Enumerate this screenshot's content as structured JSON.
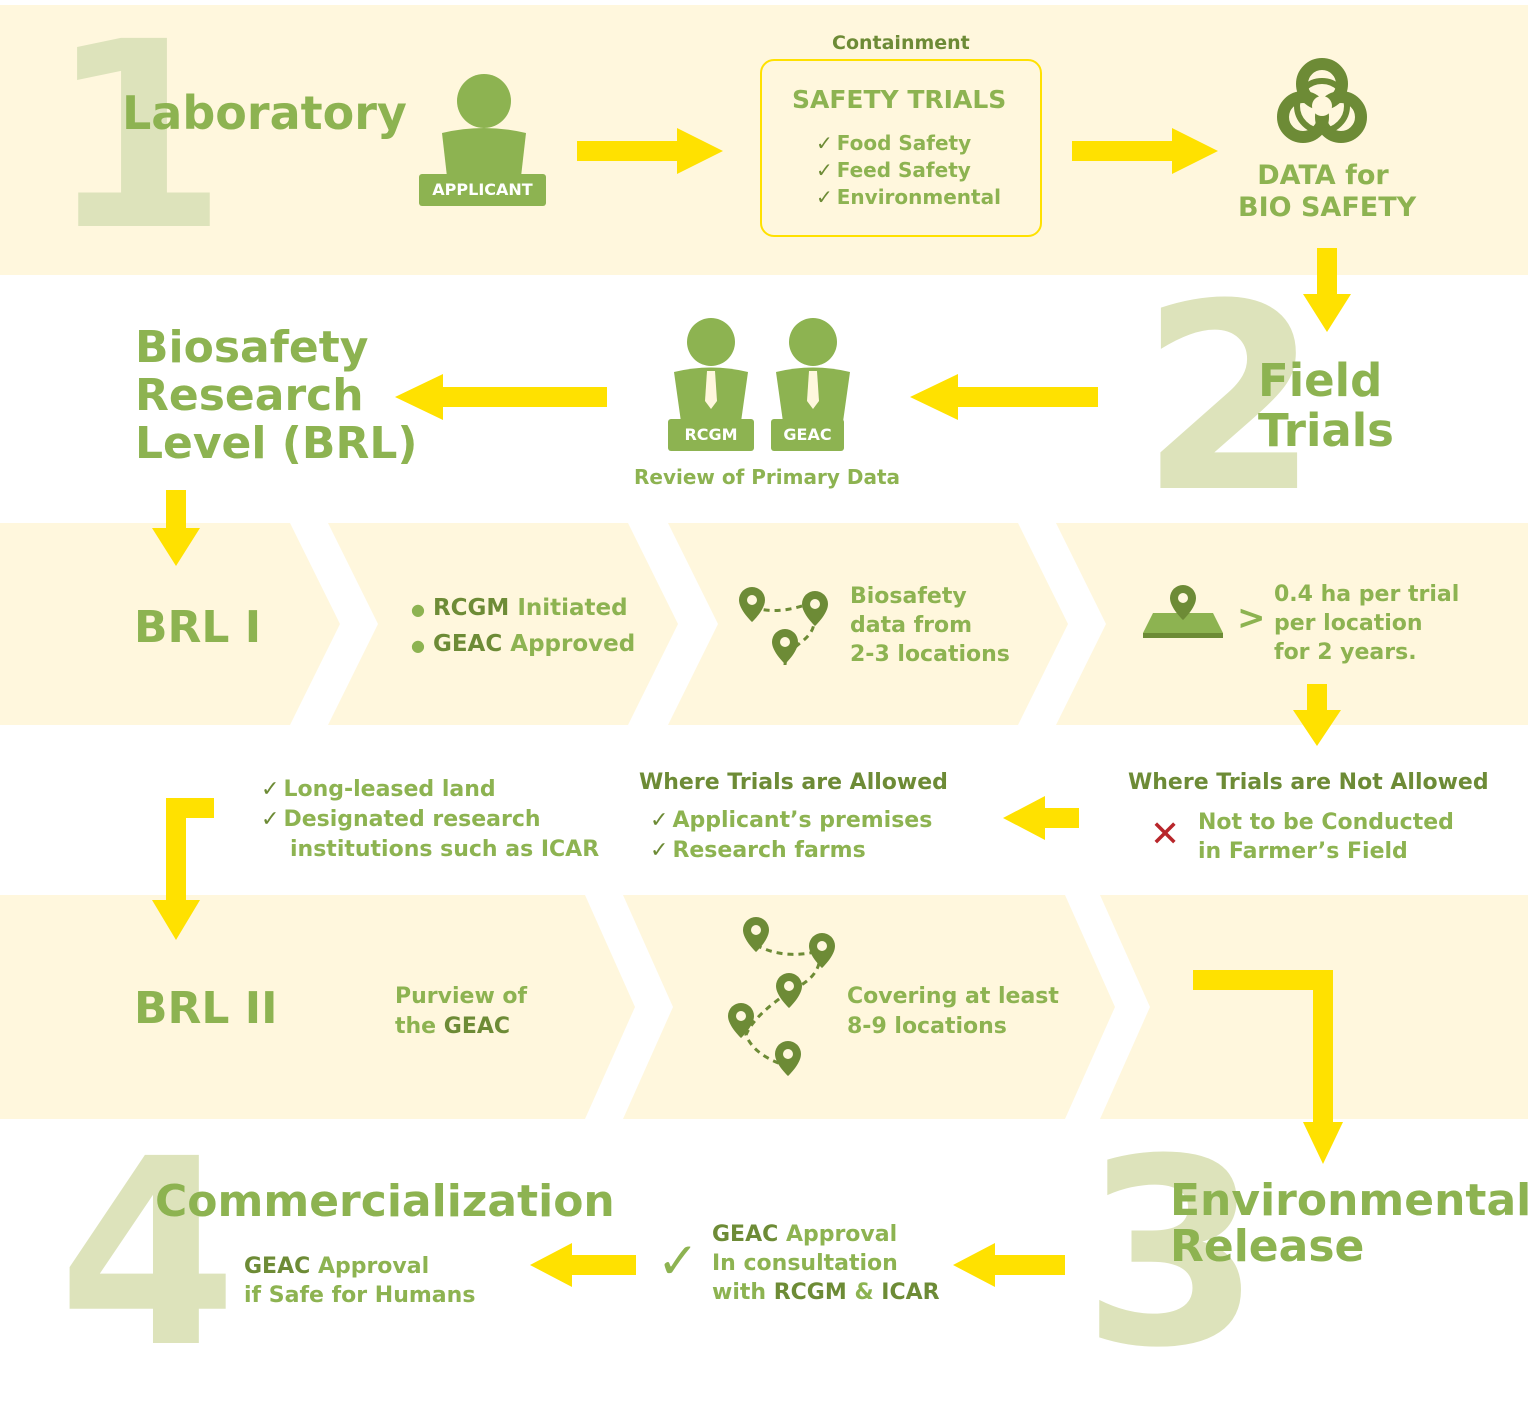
{
  "colors": {
    "band": "#fff7dd",
    "green": "#8db351",
    "dark_green": "#6d8b36",
    "arrow": "#ffe100",
    "big_number": "#dde3bb",
    "cross": "#b8262b"
  },
  "step1": {
    "number": "1",
    "title": "Laboratory",
    "applicant_label": "APPLICANT",
    "containment_label": "Containment",
    "safety_trials_title": "SAFETY TRIALS",
    "safety_items": [
      "Food Safety",
      "Feed Safety",
      "Environmental"
    ],
    "data_line1": "DATA for",
    "data_line2": "BIO SAFETY"
  },
  "step2": {
    "number": "2",
    "title_line1": "Field",
    "title_line2": "Trials",
    "rcgm_label": "RCGM",
    "geac_label": "GEAC",
    "review_text": "Review of Primary Data",
    "brl_line1": "Biosafety",
    "brl_line2": "Research",
    "brl_line3": "Level (BRL)"
  },
  "brl1": {
    "label": "BRL I",
    "bullet1_strong": "RCGM",
    "bullet1_rest": "Initiated",
    "bullet2_strong": "GEAC",
    "bullet2_rest": "Approved",
    "locations_lines": [
      "Biosafety",
      "data from",
      "2-3 locations"
    ],
    "gt_symbol": ">",
    "area_lines": [
      "0.4 ha per trial",
      "per location",
      "for 2 years."
    ]
  },
  "trials": {
    "land_items": [
      "Long-leased land",
      "Designated research",
      "institutions such as ICAR"
    ],
    "allowed_title": "Where Trials are Allowed",
    "allowed_items": [
      "Applicant’s premises",
      "Research farms"
    ],
    "not_allowed_title": "Where Trials are Not Allowed",
    "not_allowed_lines": [
      "Not to be Conducted",
      "in Farmer’s Field"
    ]
  },
  "brl2": {
    "label": "BRL II",
    "purview_line1": "Purview of",
    "purview_the": "the",
    "purview_geac": "GEAC",
    "covering_lines": [
      "Covering at least",
      "8-9 locations"
    ]
  },
  "step3": {
    "number": "3",
    "title_line1": "Environmental",
    "title_line2": "Release",
    "approval_strong": "GEAC",
    "approval_rest": "Approval",
    "consult_line1": "In consultation",
    "consult_with": "with",
    "consult_rcgm": "RCGM",
    "consult_amp": "&",
    "consult_icar": "ICAR"
  },
  "step4": {
    "number": "4",
    "title": "Commercialization",
    "approval_strong": "GEAC",
    "approval_rest": "Approval",
    "safe_line": "if Safe for Humans"
  },
  "icons": {
    "check": "✓",
    "bullet": "●",
    "cross": "✕"
  }
}
